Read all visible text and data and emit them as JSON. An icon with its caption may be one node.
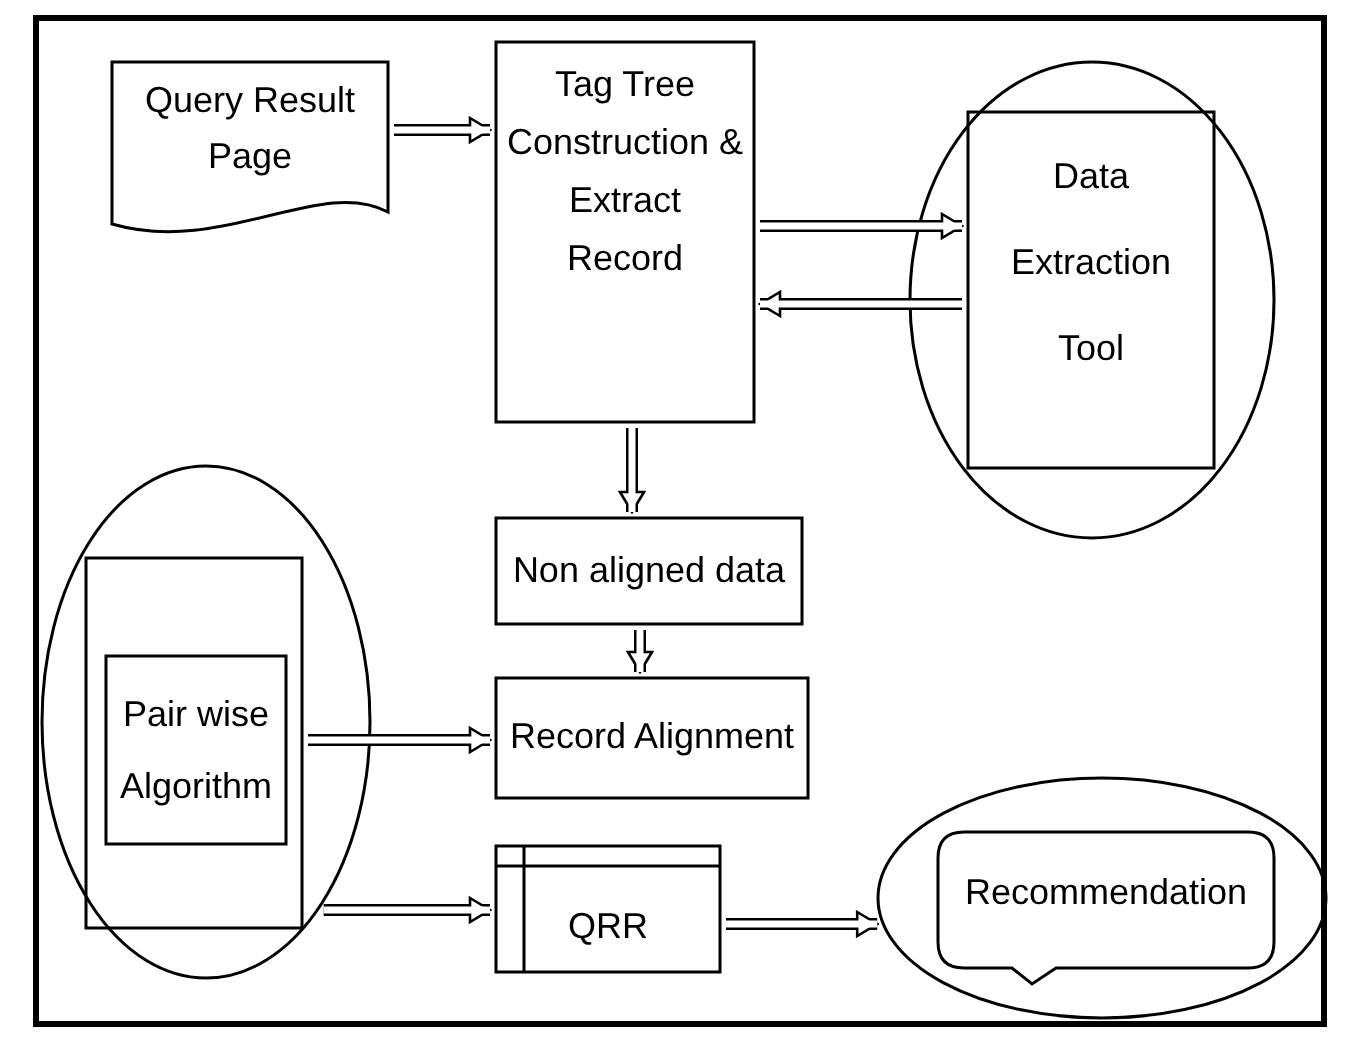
{
  "diagram": {
    "nodes": [
      {
        "text": [
          "Query Result Page"
        ]
      },
      {
        "text": [
          "Tag Tree Construction & Extract Record"
        ]
      },
      {
        "text": [],
        "shape": "circle"
      },
      {
        "text": [
          "Data Extraction Tool"
        ],
        "in": 2
      },
      {
        "text": [
          "Non aligned  data"
        ]
      },
      {
        "text": [
          "Record  Alignment"
        ]
      },
      {
        "text": [],
        "shape": "circle"
      },
      {
        "text": [],
        "shape": "box",
        "in": 6
      },
      {
        "text": [
          "Pair wise Algorithm"
        ],
        "in": 7
      },
      {
        "text": [
          "QRR"
        ]
      },
      {
        "text": [],
        "shape": "circle"
      },
      {
        "text": [
          "Recommendation"
        ],
        "in": 10
      }
    ],
    "edges": [
      {
        "from": 0,
        "to": 1,
        "arrow": "to"
      },
      {
        "from": 1,
        "to": 3,
        "arrow": "to"
      },
      {
        "from": 3,
        "to": 1,
        "arrow": "to"
      },
      {
        "from": 1,
        "to": 4,
        "arrow": "to"
      },
      {
        "from": 4,
        "to": 5,
        "arrow": "to"
      },
      {
        "from": 7,
        "to": 5,
        "arrow": "to"
      },
      {
        "from": 6,
        "to": 9,
        "arrow": "to"
      },
      {
        "from": 9,
        "to": 10,
        "arrow": "to"
      }
    ]
  }
}
